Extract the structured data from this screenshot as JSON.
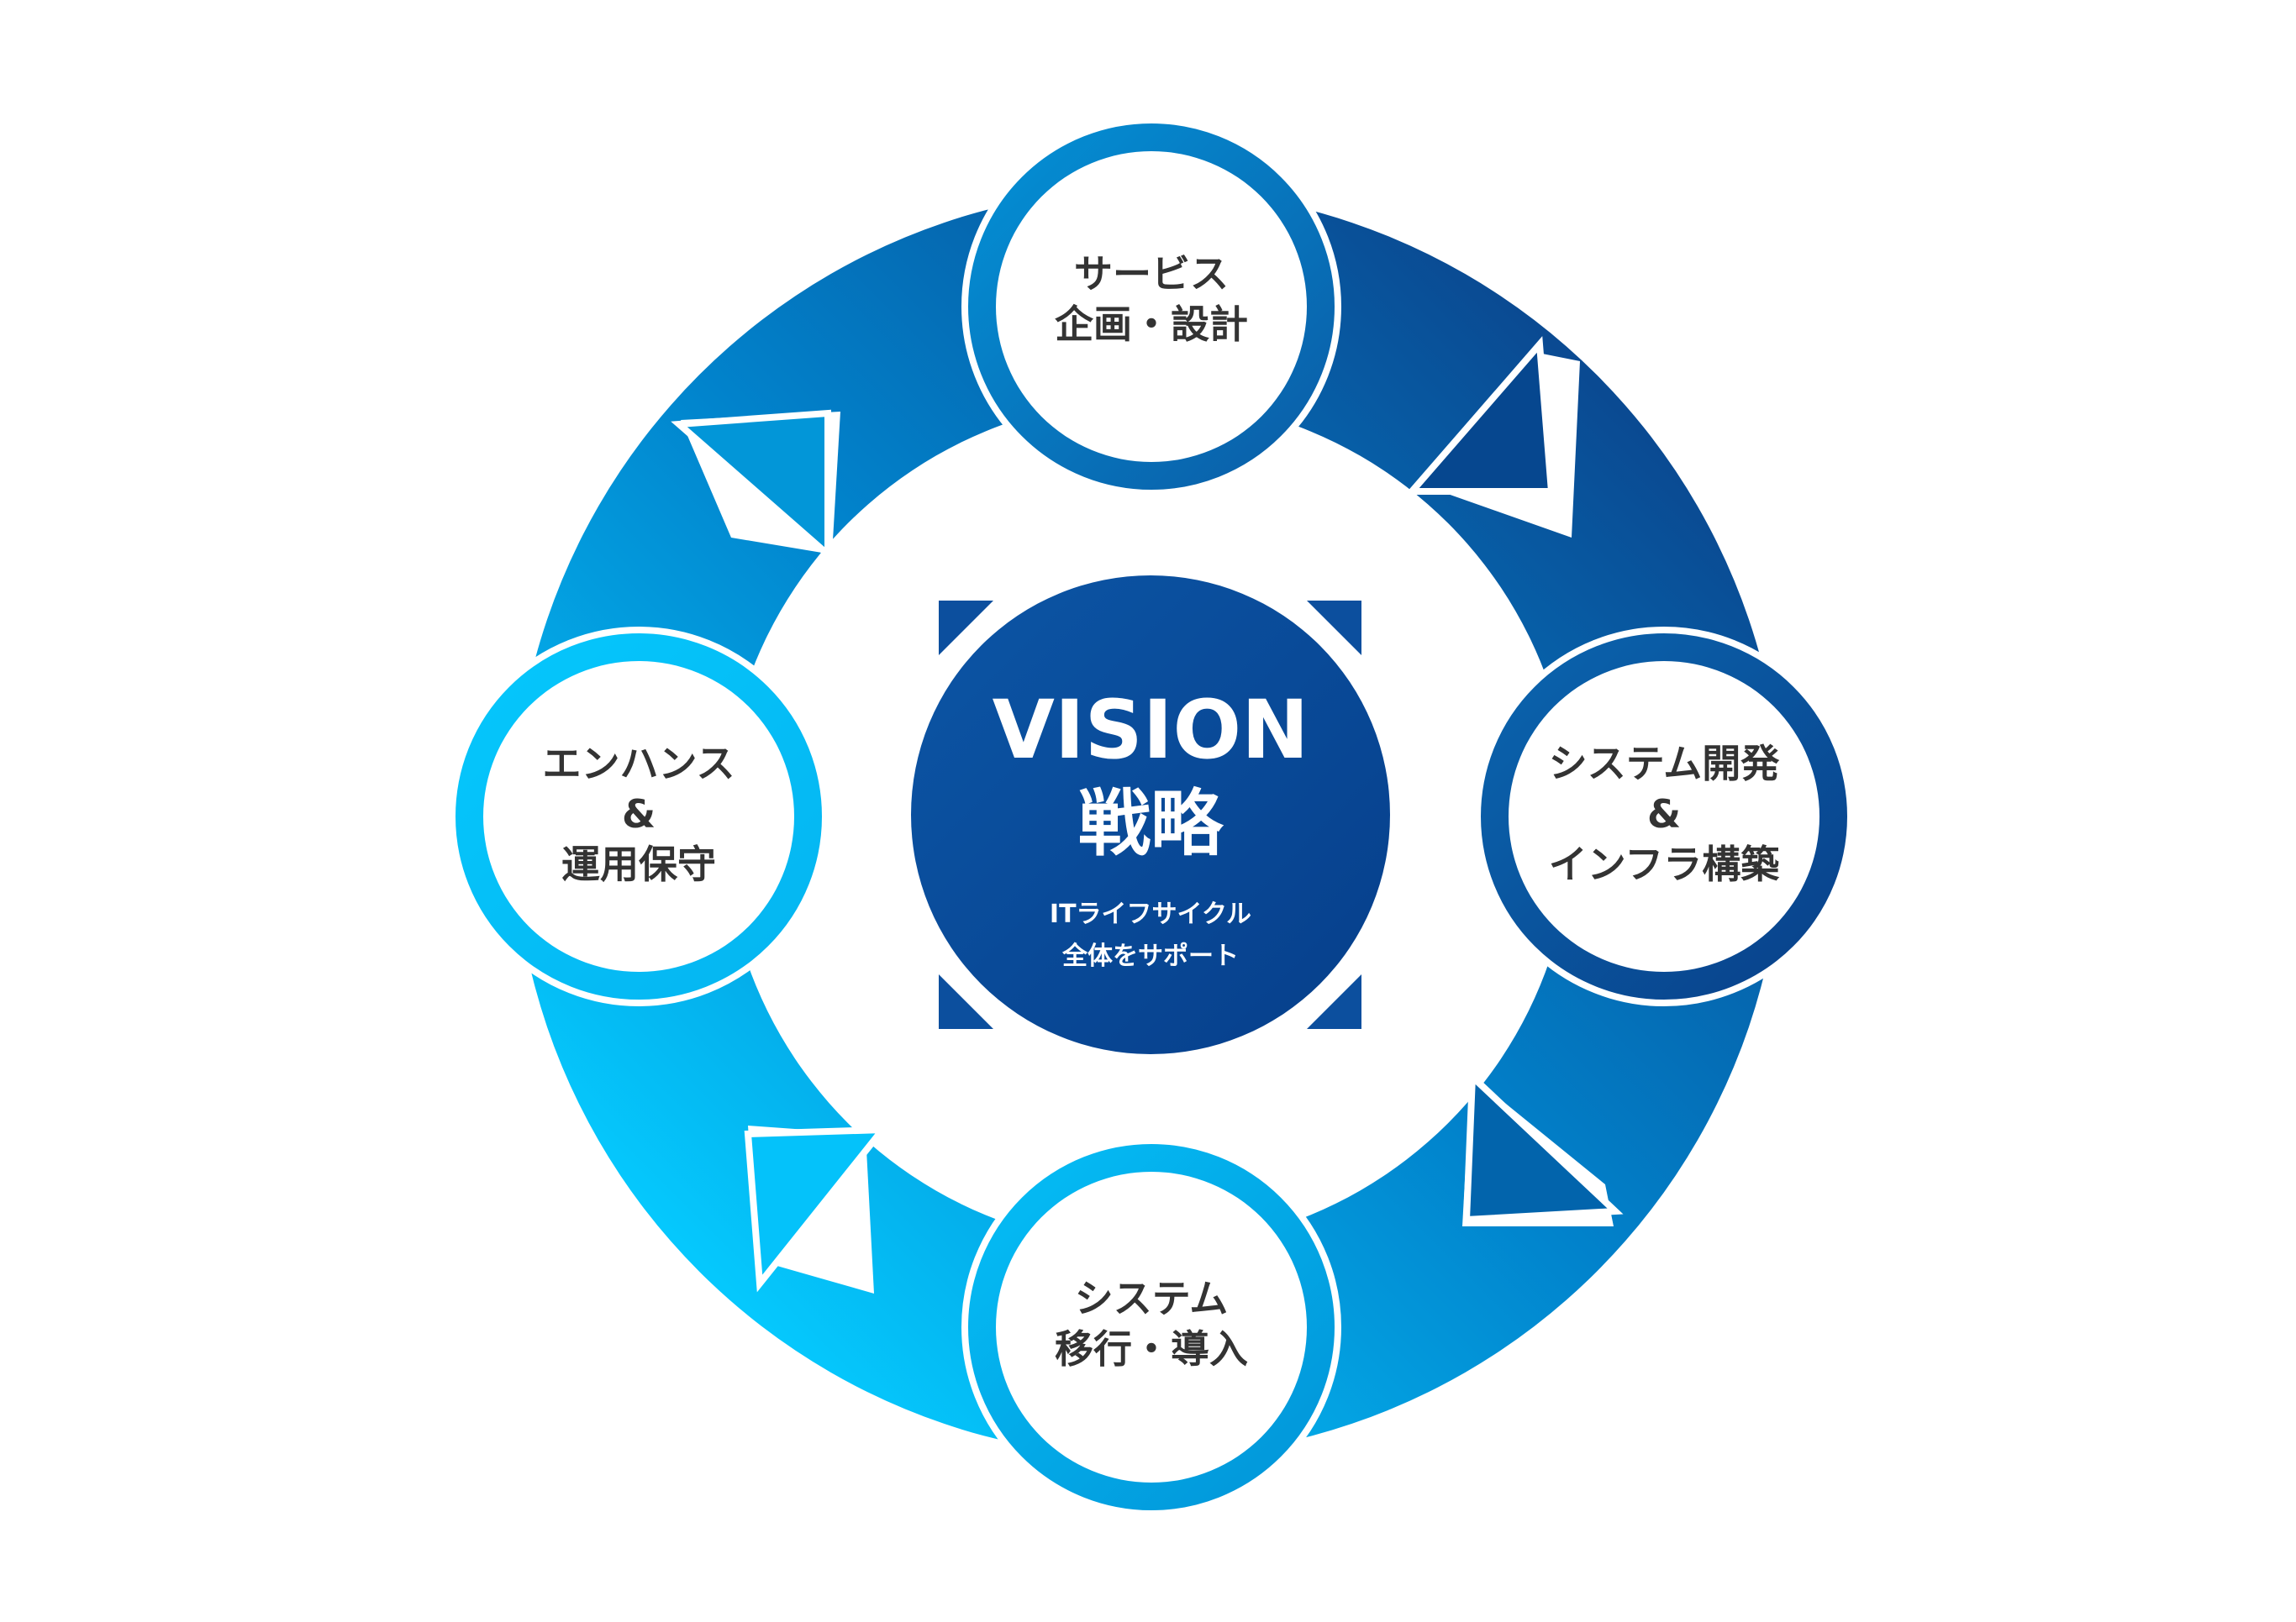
{
  "center": {
    "title": "VISION",
    "subtitle": "戦略",
    "caption_line1": "ITライフサイクル",
    "caption_line2": "全体をサポート"
  },
  "nodes": {
    "top": {
      "line1": "サービス",
      "line2": "企画・設計"
    },
    "right": {
      "line1": "システム開発",
      "line2": "&",
      "line3": "インフラ構築"
    },
    "bottom": {
      "line1": "システム",
      "line2": "移行・導入"
    },
    "left": {
      "line1": "エンハンス",
      "line2": "&",
      "line3": "運用保守"
    }
  },
  "colors": {
    "dark_blue": "#0b4a93",
    "mid_blue": "#0177c4",
    "light_blue": "#04c6fc",
    "text": "#333333"
  }
}
